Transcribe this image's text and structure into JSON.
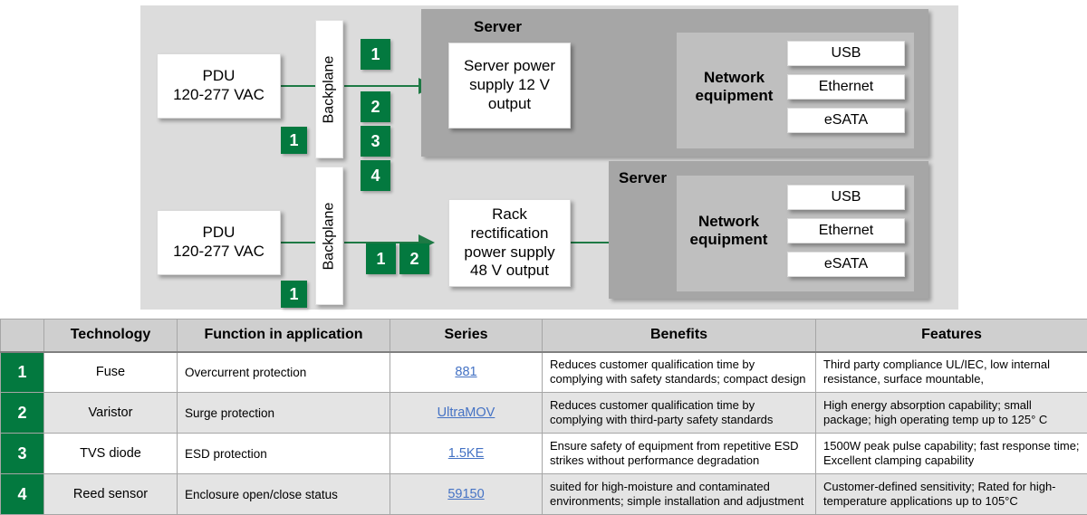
{
  "diagram": {
    "rows": [
      {
        "pdu_line1": "PDU",
        "pdu_line2": "120-277 VAC",
        "backplane_label": "Backplane",
        "pdu_badge": "1",
        "stack_badges": [
          "1",
          "2",
          "3",
          "4"
        ],
        "psu_line1": "Server power",
        "psu_line2": "supply 12 V",
        "psu_line3": "output",
        "server_label": "Server",
        "network_line1": "Network",
        "network_line2": "equipment",
        "ports": [
          "USB",
          "Ethernet",
          "eSATA"
        ]
      },
      {
        "pdu_line1": "PDU",
        "pdu_line2": "120-277 VAC",
        "backplane_label": "Backplane",
        "pdu_badge": "1",
        "inline_badges": [
          "1",
          "2"
        ],
        "psu_line1": "Rack",
        "psu_line2": "rectification",
        "psu_line3": "power supply",
        "psu_line4": "48 V output",
        "server_label": "Server",
        "network_line1": "Network",
        "network_line2": "equipment",
        "ports": [
          "USB",
          "Ethernet",
          "eSATA"
        ]
      }
    ]
  },
  "table": {
    "headers": [
      "",
      "Technology",
      "Function in application",
      "Series",
      "Benefits",
      "Features"
    ],
    "rows": [
      {
        "index": "1",
        "technology": "Fuse",
        "function": "Overcurrent protection",
        "series": "881",
        "benefits": "Reduces customer qualification time by complying with safety standards; compact design",
        "features": "Third party compliance UL/IEC, low internal resistance, surface mountable,"
      },
      {
        "index": "2",
        "technology": "Varistor",
        "function": "Surge protection",
        "series": "UltraMOV",
        "benefits": "Reduces customer qualification time by complying with third-party safety standards",
        "features": "High energy absorption capability; small package; high operating temp up to 125° C"
      },
      {
        "index": "3",
        "technology": "TVS diode",
        "function": "ESD protection",
        "series": "1.5KE",
        "benefits": "Ensure safety of equipment from repetitive ESD strikes  without performance degradation",
        "features": "1500W peak pulse capability; fast response time; Excellent clamping capability"
      },
      {
        "index": "4",
        "technology": "Reed sensor",
        "function": "Enclosure open/close status",
        "series": "59150",
        "benefits": "suited for high-moisture and contaminated environments; simple installation and adjustment",
        "features": "Customer-defined sensitivity; Rated for high-temperature applications up to 105°C"
      }
    ]
  },
  "colors": {
    "brand_green": "#03793f",
    "panel_gray": "#dcdcdc",
    "server_gray": "#a6a6a6",
    "neteq_gray": "#bfbfbf",
    "link_blue": "#4472c4"
  }
}
